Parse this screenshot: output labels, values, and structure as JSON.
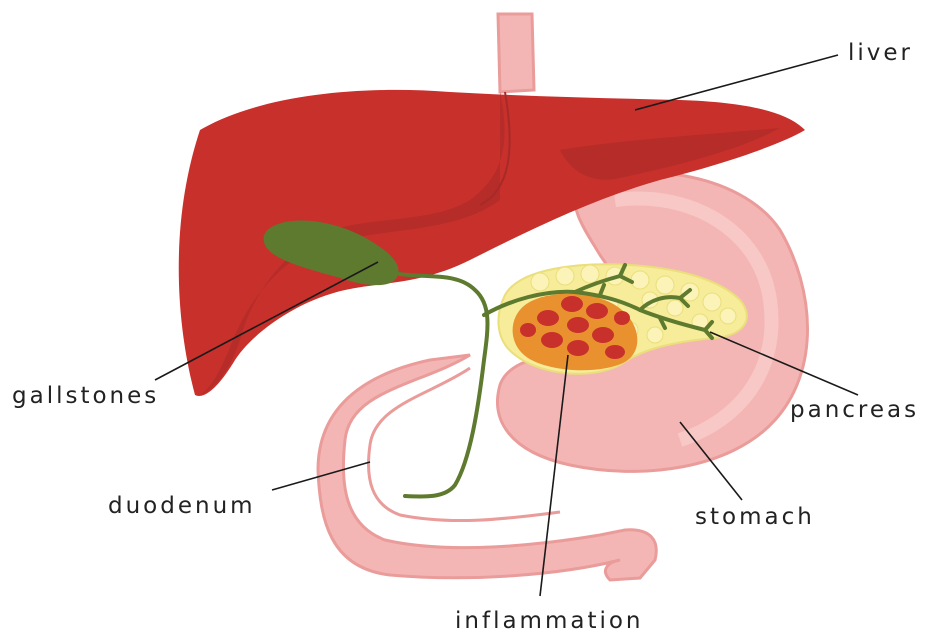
{
  "labels": {
    "liver": "liver",
    "gallstones": "gallstones",
    "pancreas": "pancreas",
    "duodenum": "duodenum",
    "stomach": "stomach",
    "inflammation": "inflammation"
  },
  "colors": {
    "liver": "#c8302c",
    "liver_shade": "#a82a28",
    "gallbladder": "#5e7a2e",
    "bile_duct": "#5e7a2e",
    "stomach": "#f4b6b4",
    "stomach_outline": "#ea9c9a",
    "pancreas": "#f6ec9a",
    "inflamed_area": "#e8912e",
    "inflamed_cells": "#c8302c"
  }
}
